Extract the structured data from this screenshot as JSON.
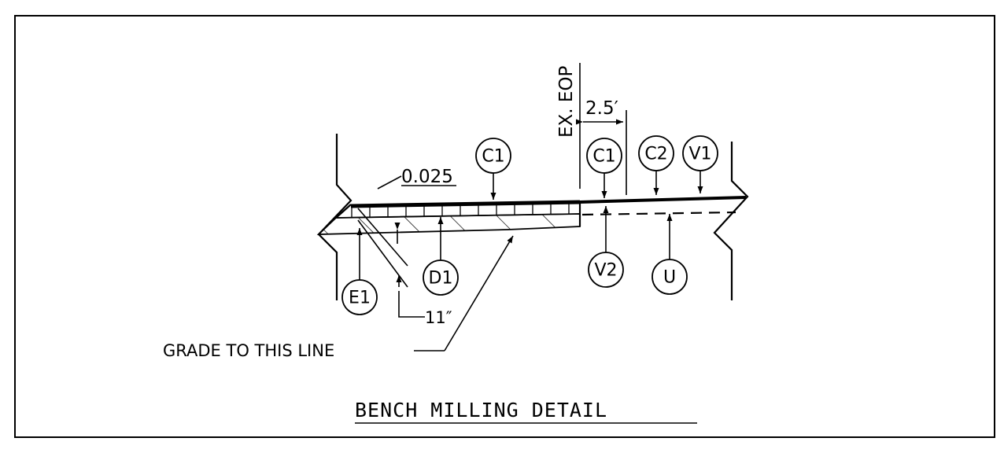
{
  "detail": {
    "title": "BENCH MILLING DETAIL",
    "existing_edge_label": "EX. EOP",
    "offset_dimension": "2.5′",
    "cross_slope": "0.025",
    "depth_dimension": "11″",
    "grade_note": "GRADE TO  THIS LINE"
  },
  "callouts": {
    "c1_left": "C1",
    "c1_right": "C1",
    "c2": "C2",
    "v1": "V1",
    "v2": "V2",
    "u": "U",
    "d1": "D1",
    "e1": "E1"
  }
}
